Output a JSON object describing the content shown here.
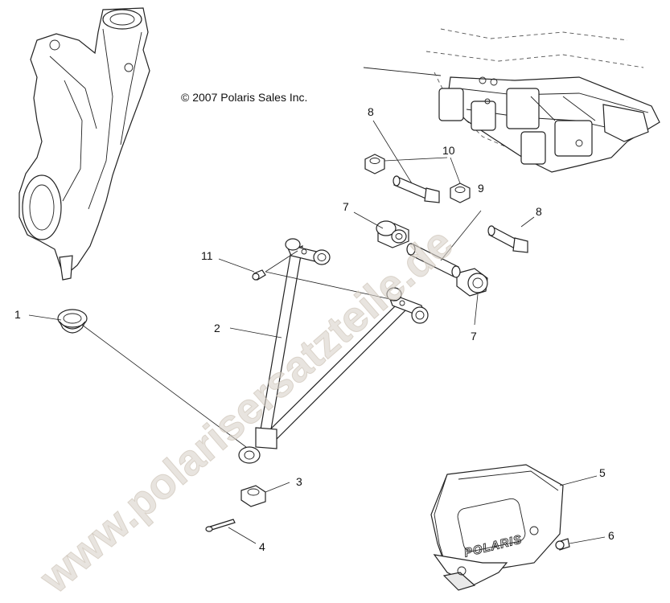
{
  "copyright": "© 2007 Polaris Sales Inc.",
  "watermark_text": "www.polarisersatzteile.de",
  "cover_logo_text": "POLARIS",
  "callouts": [
    "1",
    "2",
    "3",
    "4",
    "5",
    "6",
    "7",
    "7",
    "8",
    "8",
    "9",
    "10",
    "11"
  ],
  "colors": {
    "line": "#222222",
    "watermark": "#d9d2c9",
    "fill_gray": "#e9e9e9"
  }
}
